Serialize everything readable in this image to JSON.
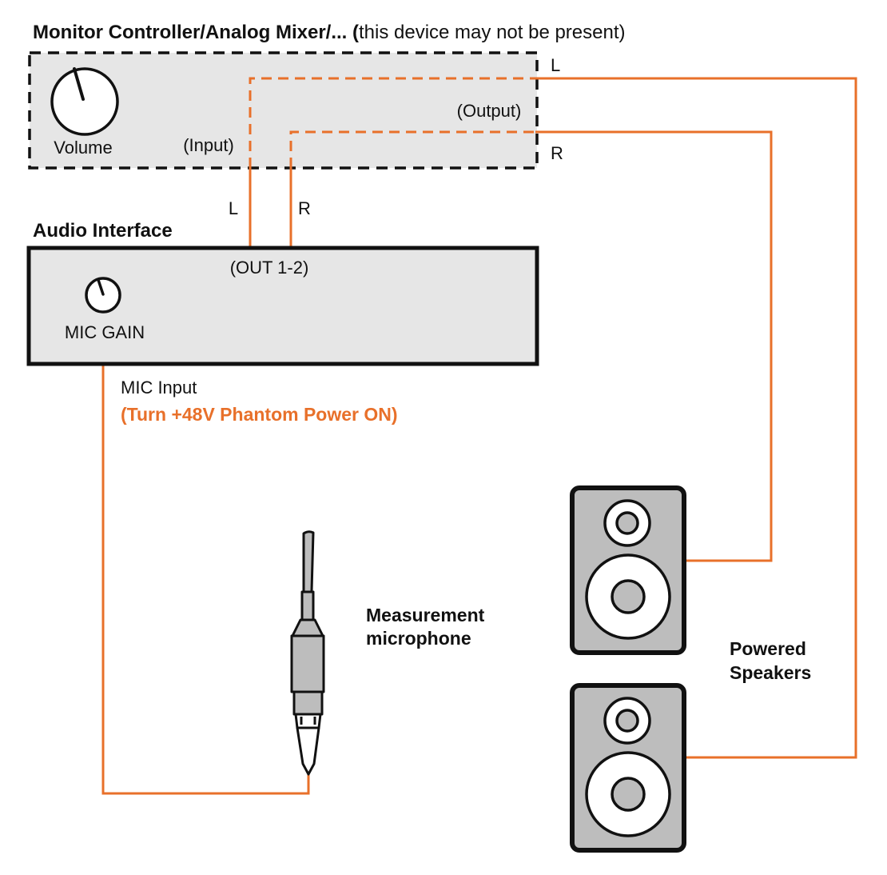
{
  "colors": {
    "cable": "#E8702A",
    "box_fill": "#E6E6E6",
    "stroke": "#111111",
    "speaker_fill": "#BDBDBD",
    "warning_text": "#E8702A"
  },
  "monitor_controller": {
    "title_bold": "Monitor Controller/Analog Mixer/... (",
    "title_note": "this device may not be present)",
    "volume_label": "Volume",
    "input_label": "(Input)",
    "output_label": "(Output)",
    "out_l": "L",
    "out_r": "R",
    "in_l": "L",
    "in_r": "R"
  },
  "audio_interface": {
    "title": "Audio Interface",
    "out_label": "(OUT 1-2)",
    "mic_gain_label": "MIC GAIN",
    "mic_input_label": "MIC Input",
    "phantom_note": "(Turn +48V Phantom Power ON)"
  },
  "microphone": {
    "label_line1": "Measurement",
    "label_line2": "microphone"
  },
  "speakers": {
    "label_line1": "Powered",
    "label_line2": "Speakers"
  },
  "icons": [
    "volume-knob-icon",
    "mic-gain-knob-icon",
    "measurement-microphone-icon",
    "speaker-icon"
  ]
}
